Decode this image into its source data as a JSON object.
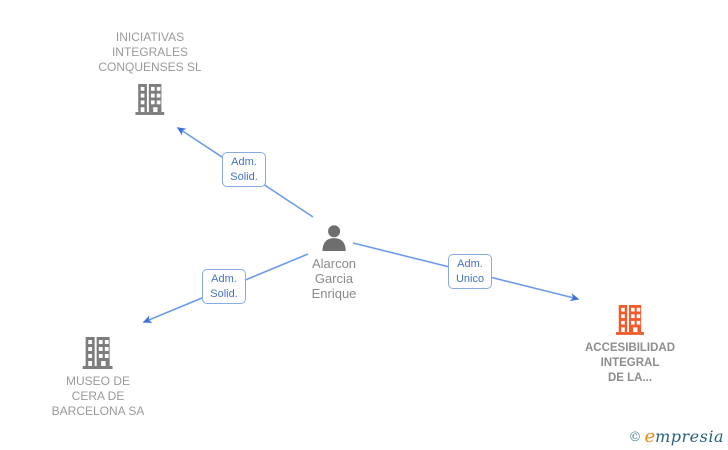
{
  "diagram": {
    "person": {
      "name": "Alarcon Garcia Enrique",
      "name_lines": [
        "Alarcon",
        "Garcia",
        "Enrique"
      ]
    },
    "companies": [
      {
        "name": "INICIATIVAS INTEGRALES CONQUENSES SL",
        "name_lines": [
          "INICIATIVAS",
          "INTEGRALES",
          "CONQUENSES SL"
        ],
        "icon": "building-icon",
        "icon_color": "#7d7d7d"
      },
      {
        "name": "MUSEO DE CERA DE BARCELONA SA",
        "name_lines": [
          "MUSEO DE",
          "CERA DE",
          "BARCELONA SA"
        ],
        "icon": "building-icon",
        "icon_color": "#7d7d7d"
      },
      {
        "name": "ACCESIBILIDAD INTEGRAL DE LA...",
        "name_lines": [
          "ACCESIBILIDAD",
          "INTEGRAL",
          "DE LA..."
        ],
        "icon": "building-icon",
        "icon_color": "#f25a29",
        "highlighted": true
      }
    ],
    "edges": [
      {
        "from": "Alarcon Garcia Enrique",
        "to": "INICIATIVAS INTEGRALES CONQUENSES SL",
        "label": "Adm. Solid.",
        "label_lines": [
          "Adm.",
          "Solid."
        ]
      },
      {
        "from": "Alarcon Garcia Enrique",
        "to": "MUSEO DE CERA DE BARCELONA SA",
        "label": "Adm. Solid.",
        "label_lines": [
          "Adm.",
          "Solid."
        ]
      },
      {
        "from": "Alarcon Garcia Enrique",
        "to": "ACCESIBILIDAD INTEGRAL DE LA...",
        "label": "Adm. Unico",
        "label_lines": [
          "Adm.",
          "Unico"
        ]
      }
    ],
    "colors": {
      "edge_line": "#6d9bea",
      "arrowhead": "#3e73d8",
      "edge_label_text": "#4373c8",
      "edge_label_border": "#87ace4",
      "company_text": "#9a9a9a",
      "person_icon": "#6e6e6e",
      "building_icon_gray": "#7d7d7d",
      "building_icon_orange": "#f25a29"
    }
  },
  "watermark": {
    "copyright_symbol": "©",
    "brand_initial": "e",
    "brand_rest": "mpresia"
  }
}
